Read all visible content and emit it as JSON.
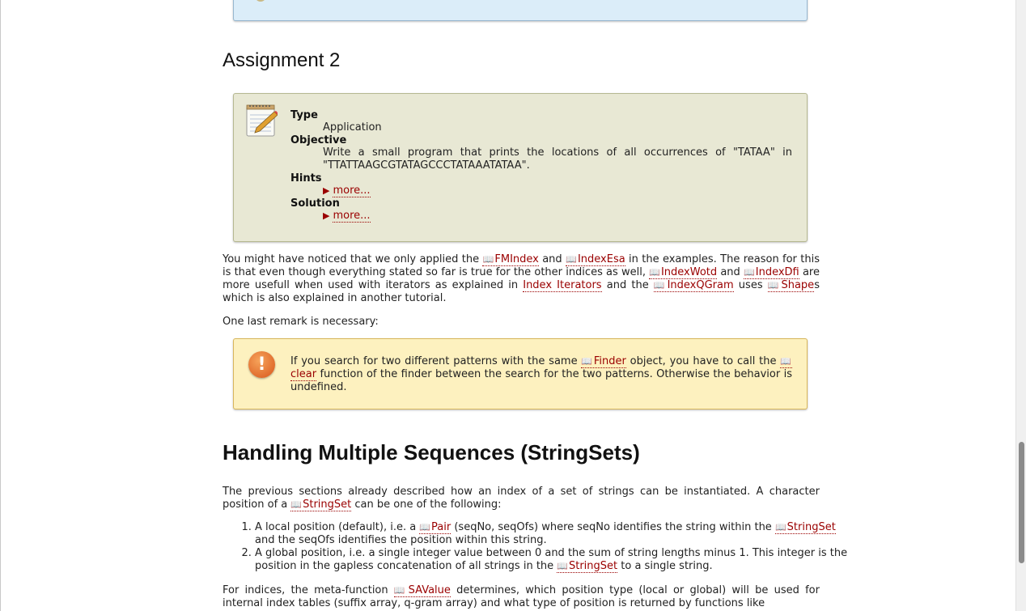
{
  "info_box": {
    "icon": "lightbulb-icon"
  },
  "assignment": {
    "heading": "Assignment 2",
    "icon": "notepad-icon",
    "type_label": "Type",
    "type_value": "Application",
    "objective_label": "Objective",
    "objective_value": "Write a small program that prints the locations of all occurrences of \"TATAA\" in \"TTATTAAGCGTATAGCCCTATAAATATAA\".",
    "hints_label": "Hints",
    "hints_more": "more...",
    "solution_label": "Solution",
    "solution_more": "more..."
  },
  "para1": {
    "t1": "You might have noticed that we only applied the ",
    "l1": "FMIndex",
    "t2": " and ",
    "l2": "IndexEsa",
    "t3": " in the examples. The reason for this is that even though everything stated so far is true for the other indices as well, ",
    "l3": "IndexWotd",
    "t4": " and ",
    "l4": "IndexDfi",
    "t5": " are more usefull when used with iterators as explained in ",
    "l5": "Index Iterators",
    "t6": " and the ",
    "l6": "IndexQGram",
    "t7": " uses ",
    "l7": "Shape",
    "t8": "s which is also explained in another tutorial."
  },
  "para2": "One last remark is necessary:",
  "warning": {
    "icon": "exclamation-icon",
    "t1": "If you search for two different patterns with the same ",
    "l1": "Finder",
    "t2": " object, you have to call the ",
    "l2": "clear",
    "t3": " function of the finder between the search for the two patterns. Otherwise the behavior is undefined."
  },
  "section_heading": "Handling Multiple Sequences (StringSets)",
  "para3": {
    "t1": "The previous sections already described how an index of a set of strings can be instantiated. A character position of a ",
    "l1": "StringSet",
    "t2": " can be one of the following:"
  },
  "list": {
    "item1": {
      "t1": "A local position (default), i.e. a ",
      "l1": "Pair",
      "t2": " (seqNo, seqOfs) where seqNo identifies the string within the ",
      "l2": "StringSet",
      "t3": " and the seqOfs identifies the position within this string."
    },
    "item2": {
      "t1": "A global position, i.e. a single integer value between 0 and the sum of string lengths minus 1. This integer is the position in the gapless concatenation of all strings in the ",
      "l1": "StringSet",
      "t2": " to a single string."
    }
  },
  "para4": {
    "t1": "For indices, the meta-function ",
    "l1": "SAValue",
    "t2": " determines, which position type (local or global) will be used for internal index tables (suffix array, q-gram array) and what type of position is returned by functions like"
  },
  "book_icon": "book-icon",
  "colors": {
    "link": "#9a0000",
    "info_bg": "#dbedf9",
    "assign_bg": "#e8e8d4",
    "warn_bg": "#fdf1bf"
  }
}
